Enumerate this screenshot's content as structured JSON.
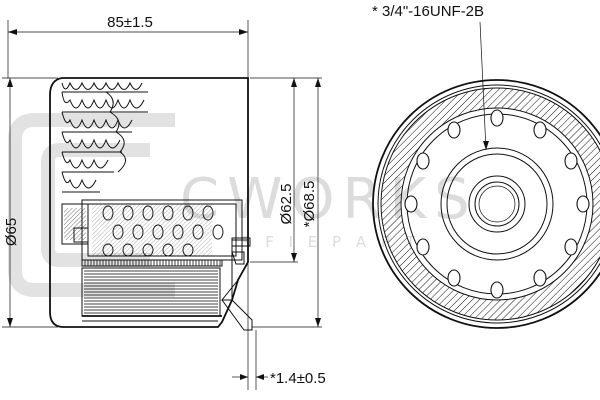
{
  "dimensions": {
    "length": "85±1.5",
    "outer_dia": "Ø65",
    "gasket_inner": "Ø62.5",
    "gasket_outer": "*Ø68.5",
    "gasket_thickness": "*1.4±0.5",
    "thread": "* 3/4\"-16UNF-2B"
  },
  "watermark": {
    "brand": "CWORKS",
    "tagline": "R  F I E    P A R T"
  },
  "colors": {
    "line": "#111111",
    "watermark": "#dcdcdc",
    "background": "#ffffff"
  }
}
